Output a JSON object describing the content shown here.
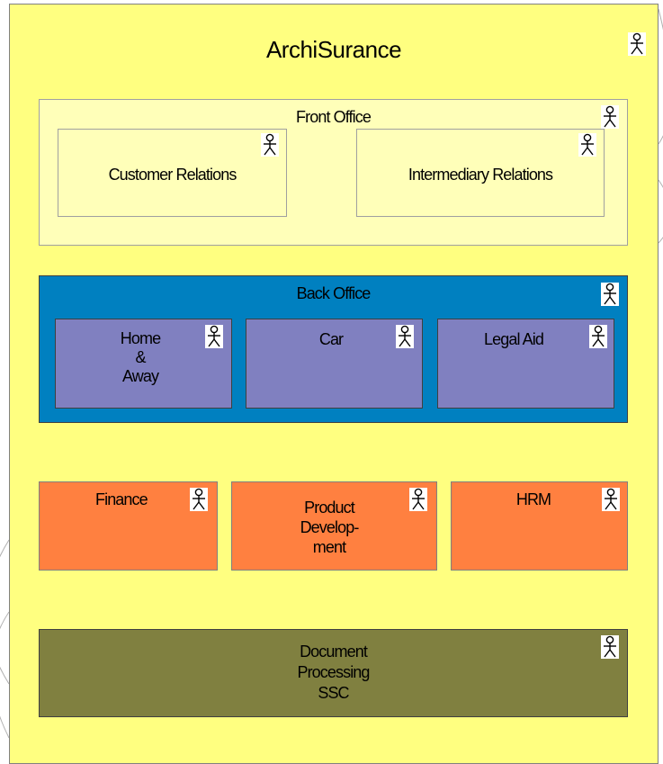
{
  "diagram": {
    "organization": {
      "label": "ArchiSurance",
      "icon": "actor-icon"
    },
    "front_office": {
      "label": "Front Office",
      "units": [
        {
          "label": "Customer Relations"
        },
        {
          "label": "Intermediary Relations"
        }
      ]
    },
    "back_office": {
      "label": "Back Office",
      "units": [
        {
          "label": "Home\n&\nAway"
        },
        {
          "label": "Car"
        },
        {
          "label": "Legal Aid"
        }
      ]
    },
    "support_units": [
      {
        "label": "Finance"
      },
      {
        "label": "Product\nDevelop-\nment"
      },
      {
        "label": "HRM"
      }
    ],
    "shared_service": {
      "label": "Document\nProcessing\nSSC"
    },
    "colors": {
      "organization": "#ffff80",
      "front_office": "#ffffb9",
      "back_office": "#0080c0",
      "back_office_units": "#8080c0",
      "support_units": "#ff8040",
      "shared_service": "#808040"
    }
  }
}
